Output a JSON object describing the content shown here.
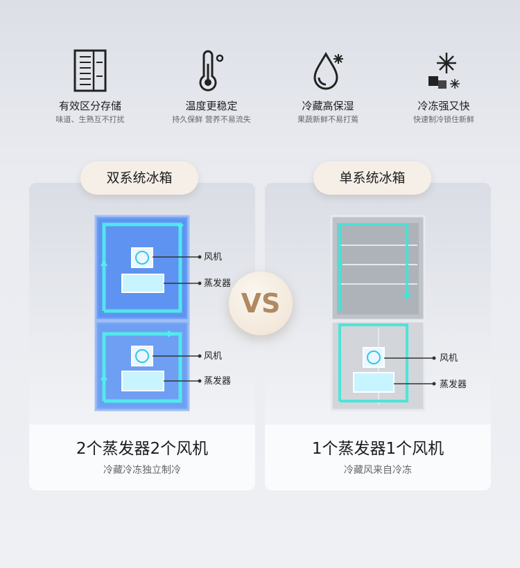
{
  "features": [
    {
      "icon": "fridge-compartments-icon",
      "title": "有效区分存储",
      "subtitle": "味道、生熟互不打扰"
    },
    {
      "icon": "thermometer-icon",
      "title": "温度更稳定",
      "subtitle": "持久保鲜 营养不易流失"
    },
    {
      "icon": "water-drop-snowflake-icon",
      "title": "冷藏高保湿",
      "subtitle": "果蔬新鲜不易打蔫"
    },
    {
      "icon": "snowflake-ice-icon",
      "title": "冷冻强又快",
      "subtitle": "快速制冷锁住新鲜"
    }
  ],
  "comparison": {
    "vs_label": "VS",
    "left": {
      "tag": "双系统冰箱",
      "upper_fan": "风机",
      "upper_evaporator": "蒸发器",
      "lower_fan": "风机",
      "lower_evaporator": "蒸发器",
      "headline": "2个蒸发器2个风机",
      "caption": "冷藏冷冻独立制冷"
    },
    "right": {
      "tag": "单系统冰箱",
      "fan": "风机",
      "evaporator": "蒸发器",
      "headline": "1个蒸发器1个风机",
      "caption": "冷藏风来自冷冻"
    }
  },
  "colors": {
    "airflow": "#4ff0ec",
    "dual_box": "#5b8ef0",
    "accent_vs": "#b08961"
  }
}
